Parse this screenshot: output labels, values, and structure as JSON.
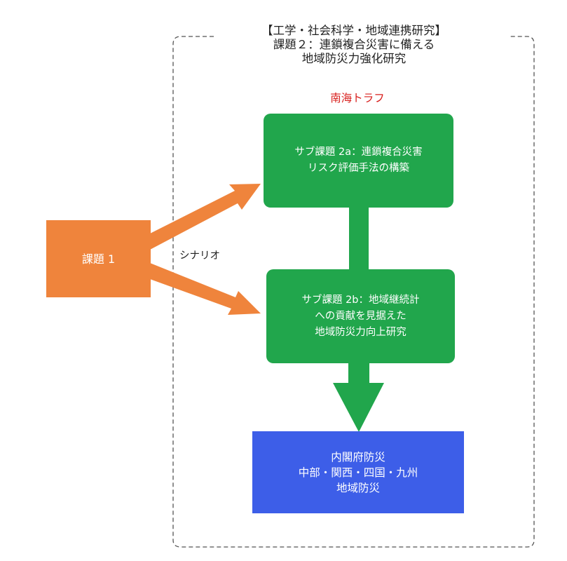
{
  "diagram": {
    "title_lines": [
      "【工学・社会科学・地域連携研究】",
      "課題２：連鎖複合災害に備える",
      "地域防災力強化研究"
    ],
    "region_label": "南海トラフ",
    "task1": {
      "label": "課題 1"
    },
    "scenario_label": "シナリオ",
    "subtask_2a": {
      "lines": [
        "サブ課題 2a：連鎖複合災害",
        "リスク評価手法の構築"
      ]
    },
    "subtask_2b": {
      "lines": [
        "サブ課題 2b：地域継続計",
        "への貢献を見据えた",
        "地域防災力向上研究"
      ]
    },
    "cabinet_box": {
      "lines": [
        "内閣府防災",
        "中部・関西・四国・九州",
        "地域防災"
      ]
    },
    "colors": {
      "task1": "#ef843c",
      "subtask": "#21a64c",
      "cabinet": "#3d5ee8",
      "region_label": "#d8201e",
      "frame": "#555555"
    },
    "connections": [
      {
        "from": "課題 1",
        "to": "サブ課題 2a",
        "style": "arrow"
      },
      {
        "from": "課題 1",
        "to": "サブ課題 2b",
        "style": "arrow"
      },
      {
        "from": "サブ課題 2a",
        "to": "サブ課題 2b",
        "style": "connector"
      },
      {
        "from": "サブ課題 2b",
        "to": "内閣府防災",
        "style": "arrow"
      }
    ]
  }
}
